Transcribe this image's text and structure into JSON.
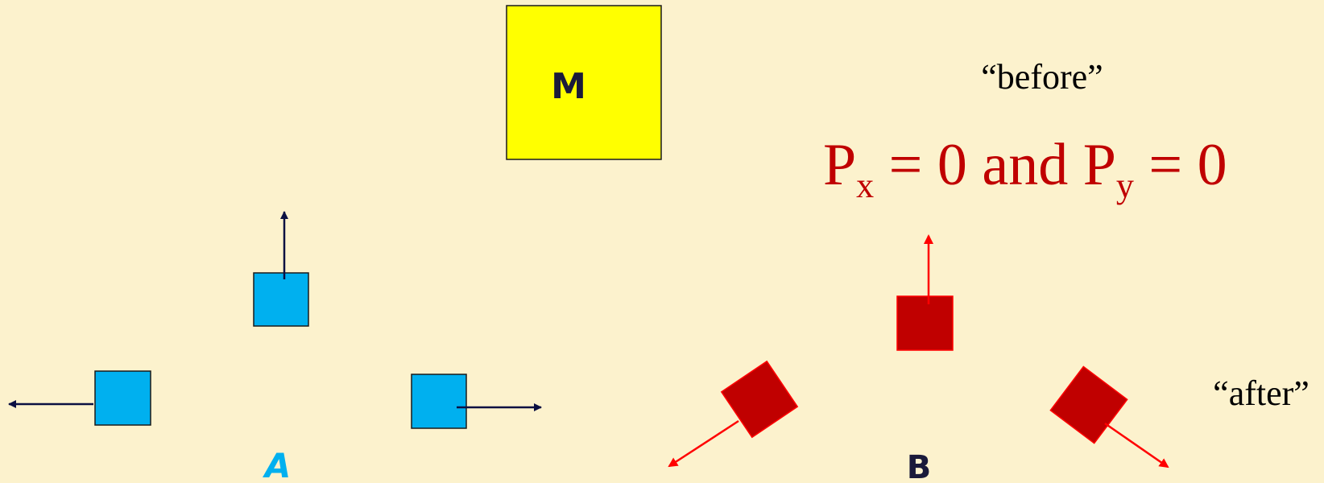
{
  "labels": {
    "m": "M",
    "a": "A",
    "b": "B",
    "before": "“before”",
    "after": "“after”"
  },
  "equation": {
    "p1": "P",
    "sub1": "x",
    "mid": " = 0 and ",
    "p2": "P",
    "sub2": "y",
    "end": " = 0"
  },
  "colors": {
    "background": "#fcf2cd",
    "yellow_box": "#ffff00",
    "blue_box": "#00b0ef",
    "red_box": "#c00000",
    "red_text": "#c00000",
    "red_arrow": "#ff0000",
    "dark_arrow": "#0b1042",
    "blue_label": "#00b0ef",
    "dark_text": "#1a1a3a"
  }
}
